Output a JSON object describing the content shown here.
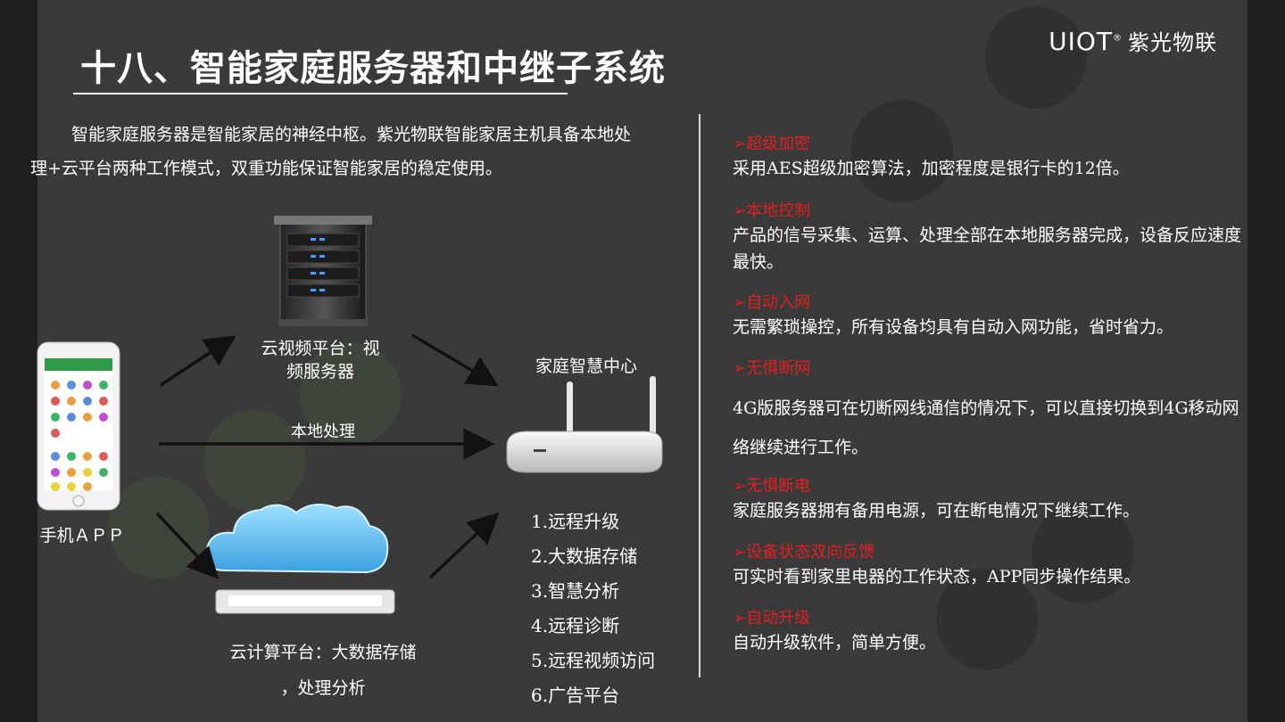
{
  "slide": {
    "title": "十八、智能家庭服务器和中继子系统",
    "logo_text": "UIOT",
    "logo_mark": "®",
    "logo_cn": "紫光物联",
    "intro": "智能家庭服务器是智能家居的神经中枢。紫光物联智能家居主机具备本地处理+云平台两种工作模式，双重功能保证智能家居的稳定使用。"
  },
  "diagram": {
    "cloud_video_line1": "云视频平台：视",
    "cloud_video_line2": "频服务器",
    "home_center": "家庭智慧中心",
    "local_processing": "本地处理",
    "phone_app": "手机ＡＰＰ",
    "cloud_compute_line1": "云计算平台：大数据存储",
    "cloud_compute_line2": "，处理分析",
    "services": [
      "1.远程升级",
      "2.大数据存储",
      "3.智慧分析",
      "4.远程诊断",
      "5.远程视频访问",
      "6.广告平台"
    ]
  },
  "features": [
    {
      "title": "➢超级加密",
      "desc": "采用AES超级加密算法，加密程度是银行卡的12倍。"
    },
    {
      "title": "➢本地控制",
      "desc": "产品的信号采集、运算、处理全部在本地服务器完成，设备反应速度最快。"
    },
    {
      "title": "➢自动入网",
      "desc": "无需繁琐操控，所有设备均具有自动入网功能，省时省力。"
    },
    {
      "title": "➢无惧断网",
      "desc": "4G版服务器可在切断网线通信的情况下，可以直接切换到4G移动网络继续进行工作。"
    },
    {
      "title": "➢无惧断电",
      "desc": "家庭服务器拥有备用电源，可在断电情况下继续工作。"
    },
    {
      "title": "➢设备状态双向反馈",
      "desc": "可实时看到家里电器的工作状态，APP同步操作结果。"
    },
    {
      "title": "➢自动升级",
      "desc": "自动升级软件，简单方便。"
    }
  ],
  "colors": {
    "background": "#3a3a3a",
    "accent_red": "#e02020",
    "text": "#ffffff"
  }
}
